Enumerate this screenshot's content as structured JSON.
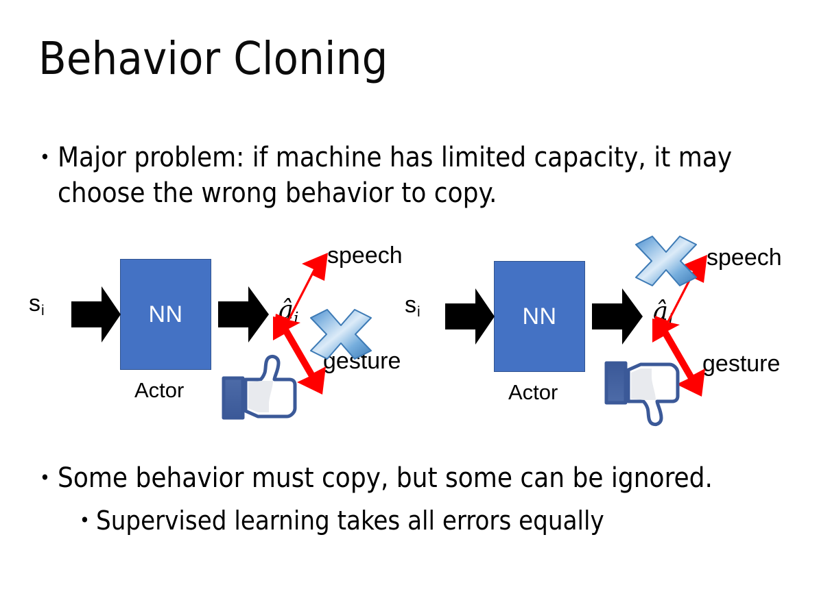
{
  "slide": {
    "title": "Behavior Cloning",
    "background_color": "#FFFFFF",
    "bullet_char": "•"
  },
  "bullets": [
    {
      "id": "major-problem",
      "level": 1,
      "text": "Major problem: if machine has limited capacity, it may choose the wrong behavior to copy."
    },
    {
      "id": "some-behavior",
      "level": 1,
      "text": "Some behavior must copy, but some can be ignored."
    },
    {
      "id": "supervised-learning",
      "level": 2,
      "text": "Supervised learning takes all errors equally"
    }
  ],
  "diagrams": [
    {
      "id": "left",
      "input_label": "s",
      "input_subscript": "i",
      "box_label": "NN",
      "box_caption": "Actor",
      "output_label": "â",
      "output_subscript": "i",
      "branches": [
        {
          "name": "speech",
          "label": "speech",
          "position": "upper",
          "crossed_out": false
        },
        {
          "name": "gesture",
          "label": "gesture",
          "position": "lower",
          "crossed_out": true
        }
      ],
      "feedback_icon": "thumbs-up-icon",
      "feedback_sentiment": "positive"
    },
    {
      "id": "right",
      "input_label": "s",
      "input_subscript": "i",
      "box_label": "NN",
      "box_caption": "Actor",
      "output_label": "â",
      "output_subscript": "i",
      "branches": [
        {
          "name": "speech",
          "label": "speech",
          "position": "upper",
          "crossed_out": true
        },
        {
          "name": "gesture",
          "label": "gesture",
          "position": "lower",
          "crossed_out": false
        }
      ],
      "feedback_icon": "thumbs-down-icon",
      "feedback_sentiment": "negative"
    }
  ],
  "colors": {
    "nn_box_fill": "#4472C4",
    "nn_box_border": "#2F528F",
    "nn_box_text": "#FFFFFF",
    "arrow_black": "#000000",
    "arrow_red": "#FF0000",
    "cross_blue_dark": "#2E74B5",
    "cross_blue_light": "#BDD7EE",
    "thumb_outline": "#3B5998",
    "thumb_fill": "#FFFFFF",
    "thumb_shade": "#E4E6EB",
    "text_black": "#000000"
  }
}
